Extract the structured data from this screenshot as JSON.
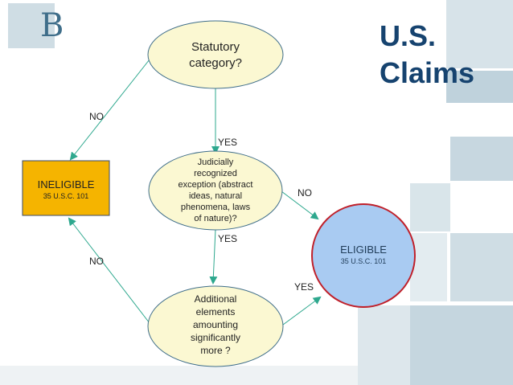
{
  "logo": {
    "letter": "B"
  },
  "title": {
    "line1": "U.S.",
    "line2": "Claims"
  },
  "nodes": {
    "statutory": {
      "text": "Statutory\ncategory?"
    },
    "judicial": {
      "text": "Judicially\nrecognized\nexception (abstract\nideas, natural\nphenomena, laws\nof nature)?"
    },
    "additional": {
      "text": "Additional\nelements\namounting\nsignificantly\nmore ?"
    },
    "ineligible": {
      "title": "INELIGIBLE",
      "sub": "35 U.S.C. 101"
    },
    "eligible": {
      "title": "ELIGIBLE",
      "sub": "35 U.S.C. 101"
    }
  },
  "edges": {
    "statutory_no": "NO",
    "statutory_yes": "YES",
    "judicial_no": "NO",
    "judicial_yes": "YES",
    "additional_no": "NO",
    "additional_yes": "YES"
  },
  "colors": {
    "ellipse_fill": "#fbf8d2",
    "ellipse_stroke": "#3f6e8a",
    "ineligible_fill": "#f5b400",
    "eligible_fill": "#a9cbf2",
    "eligible_stroke": "#c0202a",
    "arrow": "#2ea88e",
    "title": "#16436f"
  }
}
